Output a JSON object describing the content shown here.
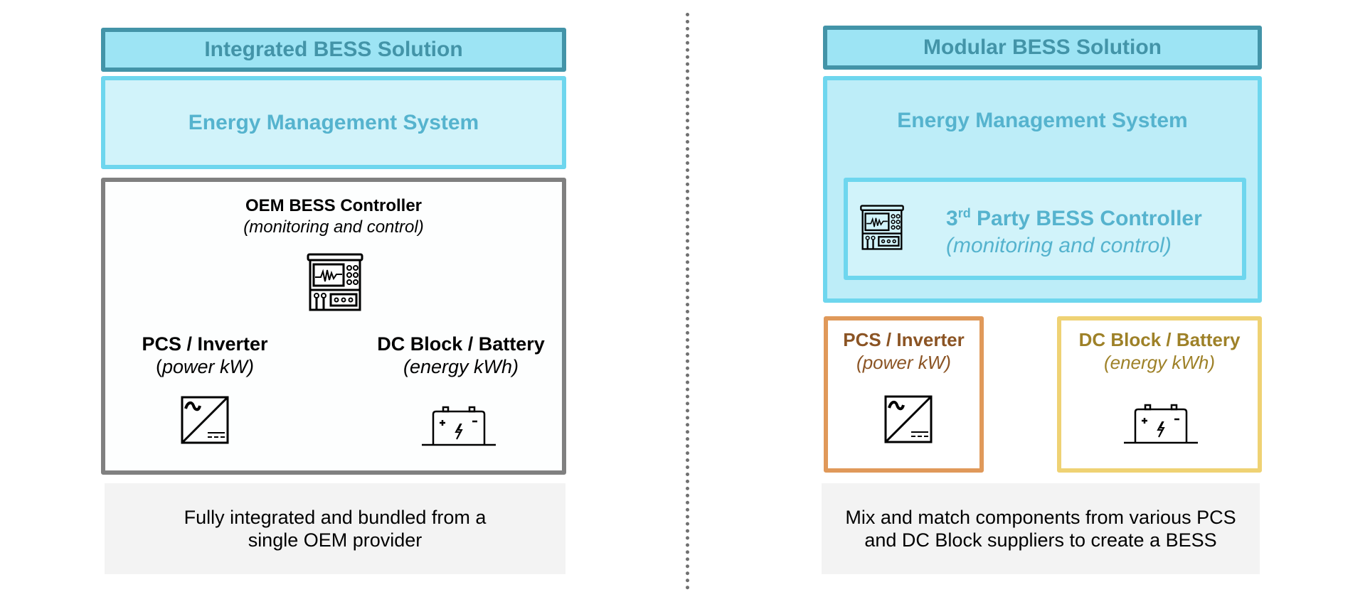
{
  "integrated": {
    "title": "Integrated BESS Solution",
    "ems_label": "Energy Management System",
    "controller": {
      "title": "OEM BESS Controller",
      "subtitle": "(monitoring and control)",
      "icon": "control-panel-icon"
    },
    "pcs": {
      "title": "PCS / Inverter",
      "subtitle_open": "(",
      "subtitle_italic": "power kW)",
      "icon": "inverter-icon"
    },
    "dc_block": {
      "title": "DC Block / Battery",
      "subtitle": "(energy kWh)",
      "icon": "battery-icon"
    },
    "footer_line1": "Fully integrated and bundled from a",
    "footer_line2": "single OEM provider"
  },
  "modular": {
    "title": "Modular BESS Solution",
    "ems_label": "Energy Management System",
    "controller": {
      "title_prefix": "3",
      "title_sup": "rd",
      "title_rest": " Party BESS Controller",
      "subtitle": "(monitoring and control)",
      "icon": "control-panel-icon"
    },
    "pcs": {
      "title": "PCS / Inverter",
      "subtitle": "(power kW)",
      "icon": "inverter-icon"
    },
    "dc_block": {
      "title": "DC Block / Battery",
      "subtitle": "(energy kWh)",
      "icon": "battery-icon"
    },
    "footer_line1": "Mix and match components from various PCS",
    "footer_line2": "and DC Block suppliers to create a BESS"
  },
  "colors": {
    "title_border": "#4394A8",
    "title_fill": "#9DE4F4",
    "ems_border": "#6ED6EE",
    "ems_text": "#55B3CE",
    "oem_border": "#808080",
    "pcs_border": "#E0995A",
    "pcs_text": "#8B5424",
    "dc_border": "#EFD274",
    "dc_text": "#9E8128",
    "footer_fill": "#F3F3F3"
  }
}
